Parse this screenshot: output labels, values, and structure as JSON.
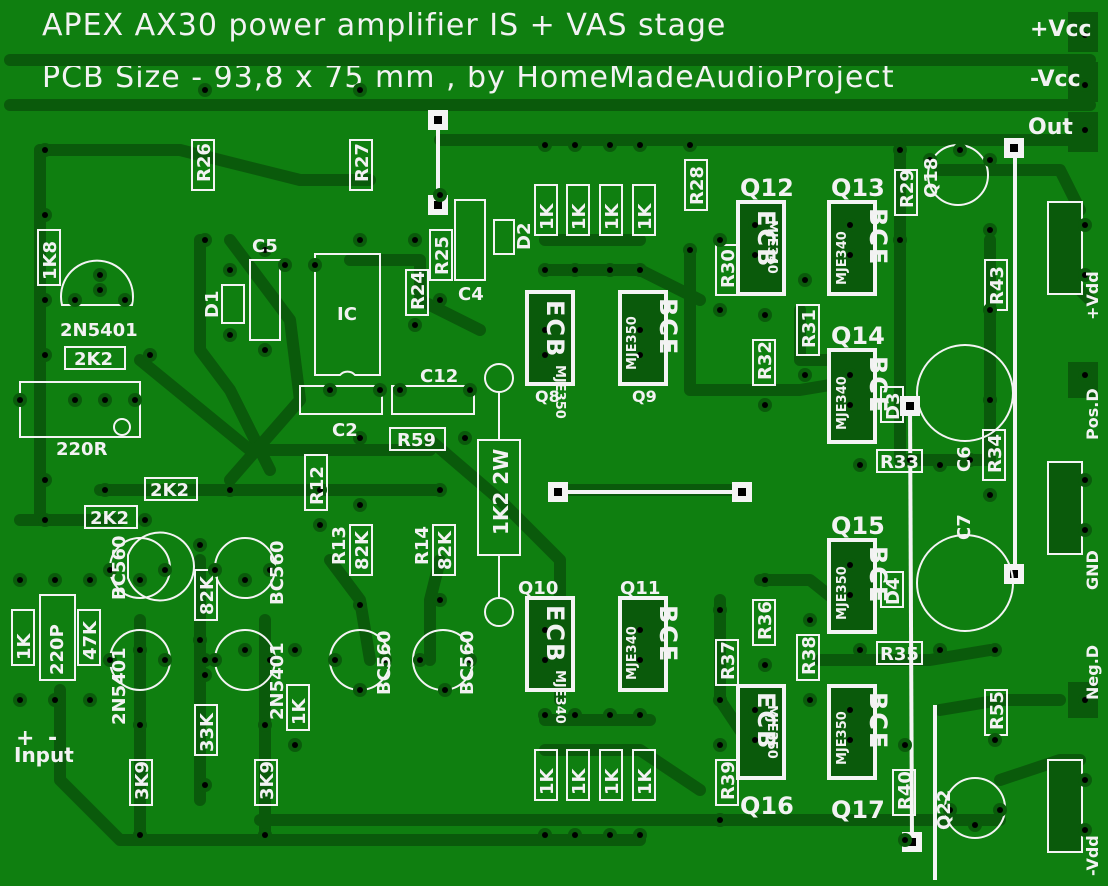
{
  "title": {
    "line1": "APEX AX30 power amplifier  IS + VAS stage",
    "line2": "PCB Size - 93,8 x 75 mm , by HomeMadeAudioProject"
  },
  "connectors": {
    "pvcc": "+Vcc",
    "nvcc": "-Vcc",
    "out": "Out",
    "pvdd": "+Vdd",
    "posd": "Pos.D",
    "gnd": "GND",
    "negd": "Neg.D",
    "nvdd": "-Vdd",
    "input": "Input",
    "input_plus": "+",
    "input_minus": "-"
  },
  "components": {
    "r26": "R26",
    "r27": "R27",
    "r28": "R28",
    "r29": "R29",
    "r30": "R30",
    "r31": "R31",
    "r32": "R32",
    "r33": "R33",
    "r34": "R34",
    "r35": "R35",
    "r36": "R36",
    "r37": "R37",
    "r38": "R38",
    "r39": "R39",
    "r40": "R40",
    "r43": "R43",
    "r55": "R55",
    "r59": "R59",
    "r12": "R12",
    "r13": "R13",
    "r14": "R14",
    "r24": "R24",
    "r25": "R25",
    "c2": "C2",
    "c4": "C4",
    "c5": "C5",
    "c6": "C6",
    "c7": "C7",
    "c12": "C12",
    "d1": "D1",
    "d2": "D2",
    "d3": "D3",
    "d4": "D4",
    "ic": "IC",
    "q8": "Q8",
    "q9": "Q9",
    "q10": "Q10",
    "q11": "Q11",
    "q12": "Q12",
    "q13": "Q13",
    "q14": "Q14",
    "q15": "Q15",
    "q16": "Q16",
    "q17": "Q17",
    "q18": "Q18",
    "q22": "Q22",
    "v1k8": "1K8",
    "v2k2": "2K2",
    "v220r": "220R",
    "v1k": "1K",
    "v82k": "82K",
    "v47k": "47K",
    "v220p": "220P",
    "v33k": "33K",
    "v3k9": "3K9",
    "v1k2w": "1K2 2W",
    "bc560": "BC560",
    "n5401": "2N5401",
    "mje340": "MJE340",
    "mje350": "MJE350",
    "ecb": "ECB",
    "bce": "BCE",
    "pin_c": "C",
    "pin_b": "B",
    "pin_e": "E",
    "n2": "2N"
  }
}
